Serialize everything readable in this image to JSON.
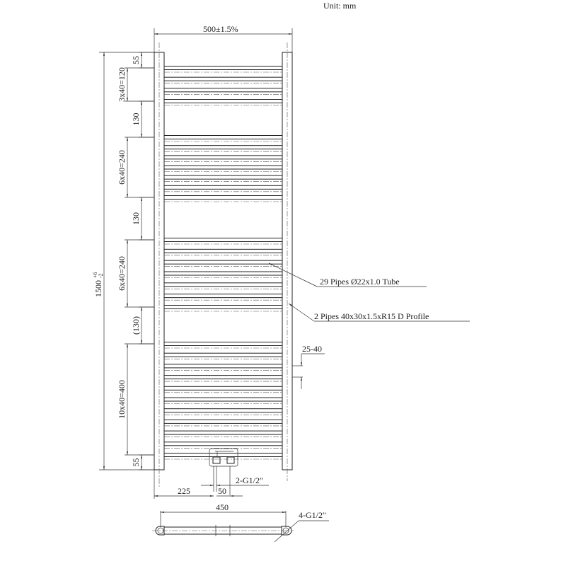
{
  "unit": "Unit: mm",
  "dims": {
    "width": "500±1.5%",
    "height_main": "1500",
    "height_tol_plus": "+6",
    "height_tol_minus": "-2",
    "top_margin": "55",
    "group1": "3x40=120",
    "gap1": "130",
    "group2": "6x40=240",
    "gap2": "130",
    "group3": "6x40=240",
    "gap3": "(130)",
    "group4": "10x40=400",
    "bottom_margin": "55",
    "wall_gap": "25-40",
    "inlet_offset": "225",
    "inlet_spacing": "50",
    "inlet_thread": "2-G1/2″",
    "top_view_width": "450",
    "top_view_thread": "4-G1/2″"
  },
  "callouts": {
    "pipes": "29 Pipes Ø22x1.0 Tube",
    "profile": "2 Pipes 40x30x1.5xR15 D Profile"
  },
  "pipe_groups": [
    4,
    7,
    7,
    11
  ]
}
